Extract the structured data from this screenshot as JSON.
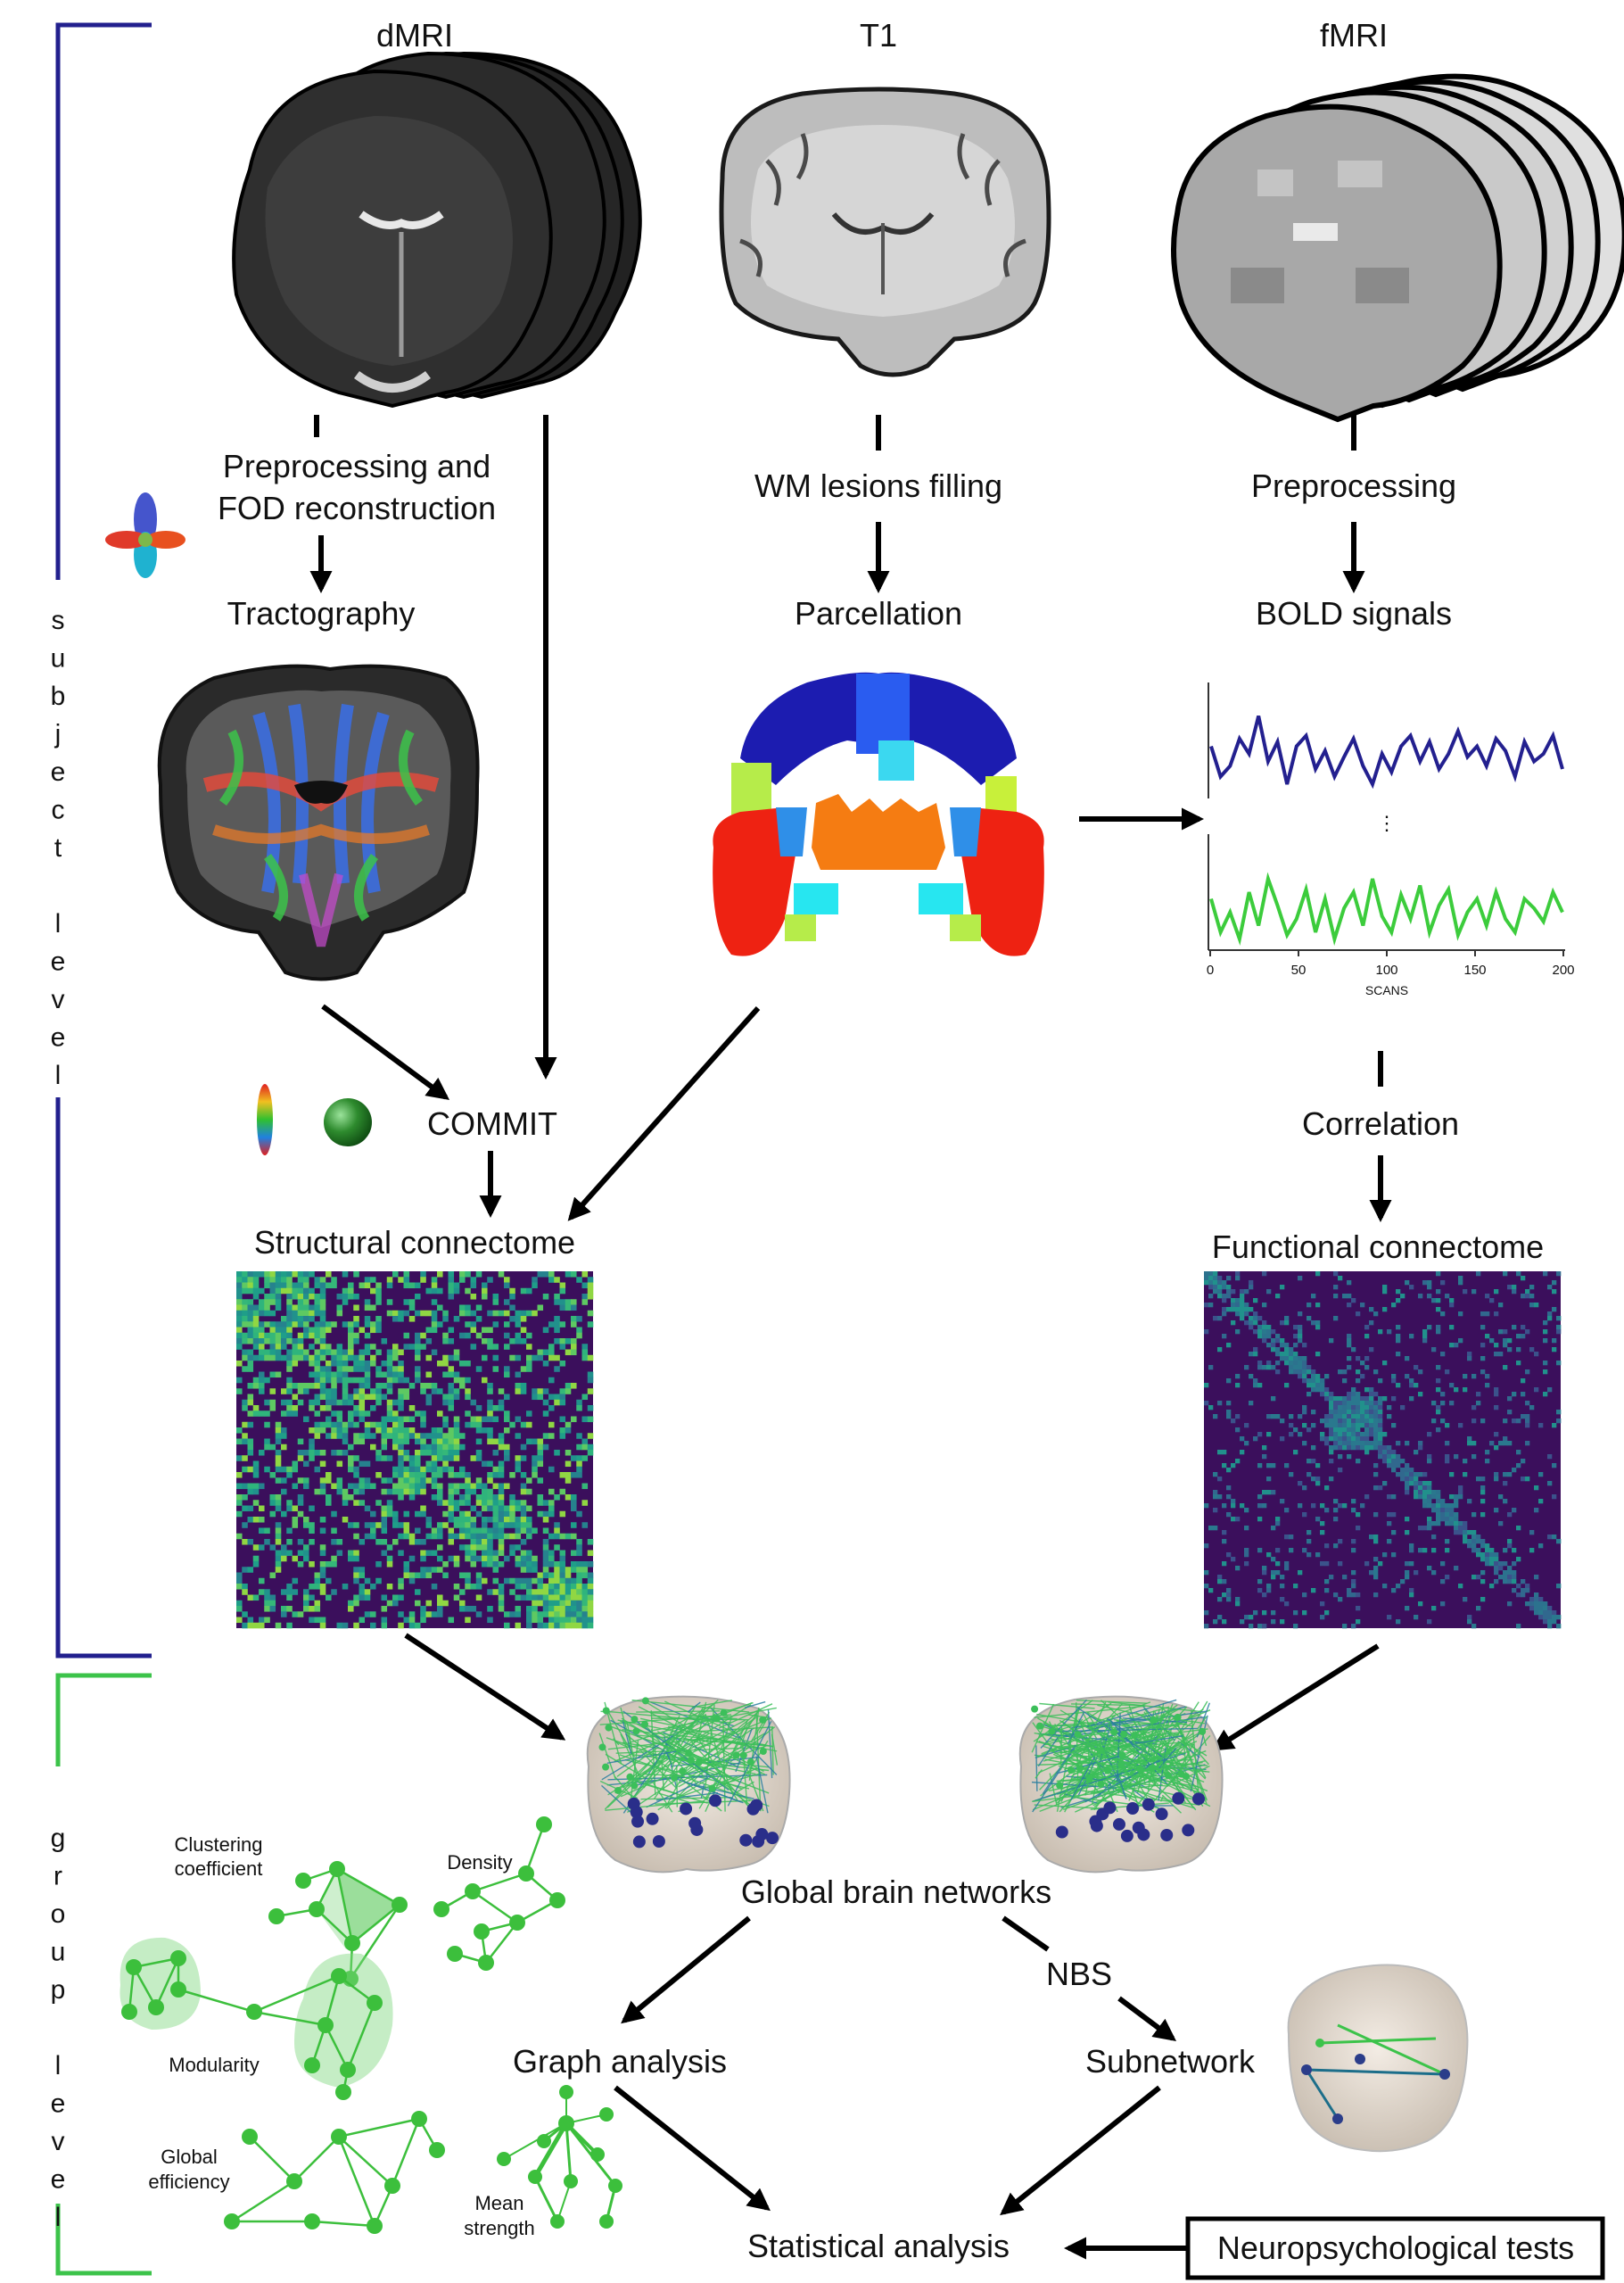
{
  "colors": {
    "subject_bracket": "#22208e",
    "group_bracket": "#3cc34a",
    "arrow": "#000000",
    "bold_trace_1": "#23208f",
    "bold_trace_2": "#3ccc3c",
    "graph_green": "#3cbf3c",
    "matrix_dark": "#3a0a5a",
    "matrix_mid": "#1f8f8c",
    "matrix_bright": "#7ad151"
  },
  "bracket_labels": {
    "subject": [
      "s",
      "u",
      "b",
      "j",
      "e",
      "c",
      "t",
      "",
      "l",
      "e",
      "v",
      "e",
      "l"
    ],
    "group": [
      "g",
      "r",
      "o",
      "u",
      "p",
      "",
      "l",
      "e",
      "v",
      "e",
      "l"
    ]
  },
  "modalities": {
    "dmri": "dMRI",
    "t1": "T1",
    "fmri": "fMRI"
  },
  "steps": {
    "preprocessing_fod_line1": "Preprocessing and",
    "preprocessing_fod_line2": "FOD reconstruction",
    "wm_lesions": "WM lesions filling",
    "preprocessing": "Preprocessing",
    "tractography": "Tractography",
    "parcellation": "Parcellation",
    "bold_signals": "BOLD signals",
    "commit": "COMMIT",
    "correlation": "Correlation",
    "structural_connectome": "Structural connectome",
    "functional_connectome": "Functional connectome",
    "global_brain_networks": "Global brain networks",
    "nbs": "NBS",
    "graph_analysis": "Graph analysis",
    "subnetwork": "Subnetwork",
    "statistical_analysis": "Statistical analysis",
    "neuropsych_tests": "Neuropsychological tests"
  },
  "bold_plot": {
    "x_ticks": [
      "0",
      "50",
      "100",
      "150",
      "200"
    ],
    "x_label": "SCANS",
    "ellipsis": "⋮",
    "series_1": [
      0.55,
      0.35,
      0.42,
      0.6,
      0.5,
      0.75,
      0.45,
      0.58,
      0.3,
      0.55,
      0.62,
      0.4,
      0.52,
      0.35,
      0.48,
      0.6,
      0.42,
      0.3,
      0.5,
      0.38,
      0.55,
      0.62,
      0.45,
      0.58,
      0.4,
      0.5,
      0.65,
      0.48,
      0.55,
      0.42,
      0.6,
      0.52,
      0.35,
      0.58,
      0.45,
      0.5,
      0.62,
      0.4
    ],
    "series_2": [
      0.55,
      0.3,
      0.45,
      0.25,
      0.6,
      0.35,
      0.7,
      0.5,
      0.28,
      0.4,
      0.62,
      0.3,
      0.55,
      0.25,
      0.48,
      0.6,
      0.35,
      0.7,
      0.42,
      0.3,
      0.58,
      0.4,
      0.65,
      0.3,
      0.5,
      0.62,
      0.28,
      0.45,
      0.55,
      0.35,
      0.6,
      0.4,
      0.3,
      0.55,
      0.48,
      0.38,
      0.6,
      0.45
    ]
  },
  "graph_metrics": {
    "clustering_line1": "Clustering",
    "clustering_line2": "coefficient",
    "density": "Density",
    "modularity": "Modularity",
    "global_eff_line1": "Global",
    "global_eff_line2": "efficiency",
    "mean_strength_line1": "Mean",
    "mean_strength_line2": "strength"
  }
}
